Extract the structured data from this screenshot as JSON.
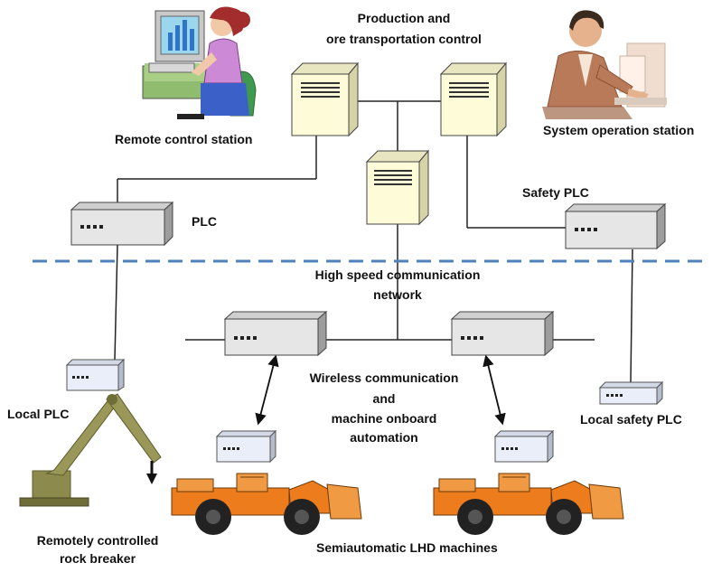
{
  "labels": {
    "production_line1": "Production  and",
    "production_line2": "ore transportation control",
    "remote_control_station": "Remote control station",
    "system_operation_station": "System operation station",
    "plc": "PLC",
    "safety_plc": "Safety PLC",
    "network_line1": "High speed  communication",
    "network_line2": "network",
    "wireless_line1": "Wireless communication",
    "wireless_line2": "and",
    "wireless_line3": "machine  onboard",
    "wireless_line4": "automation",
    "local_plc": "Local PLC",
    "local_safety_plc": "Local safety PLC",
    "rock_breaker_line1": "Remotely controlled",
    "rock_breaker_line2": "rock breaker",
    "lhd_machines": "Semiautomatic LHD machines"
  },
  "colors": {
    "network_dash": "#4f81bd",
    "server_fill": "#fdfbd8",
    "device_fill": "#e6e6e6",
    "local_device_fill": "#e9eef8",
    "lhd_orange": "#ec7c1c",
    "breaker_olive": "#8c8a4c",
    "line": "#222222"
  },
  "icons": [
    "operator-woman-icon",
    "operator-man-icon",
    "server-tower-icon",
    "plc-box-icon",
    "lhd-loader-icon",
    "rock-breaker-icon"
  ]
}
